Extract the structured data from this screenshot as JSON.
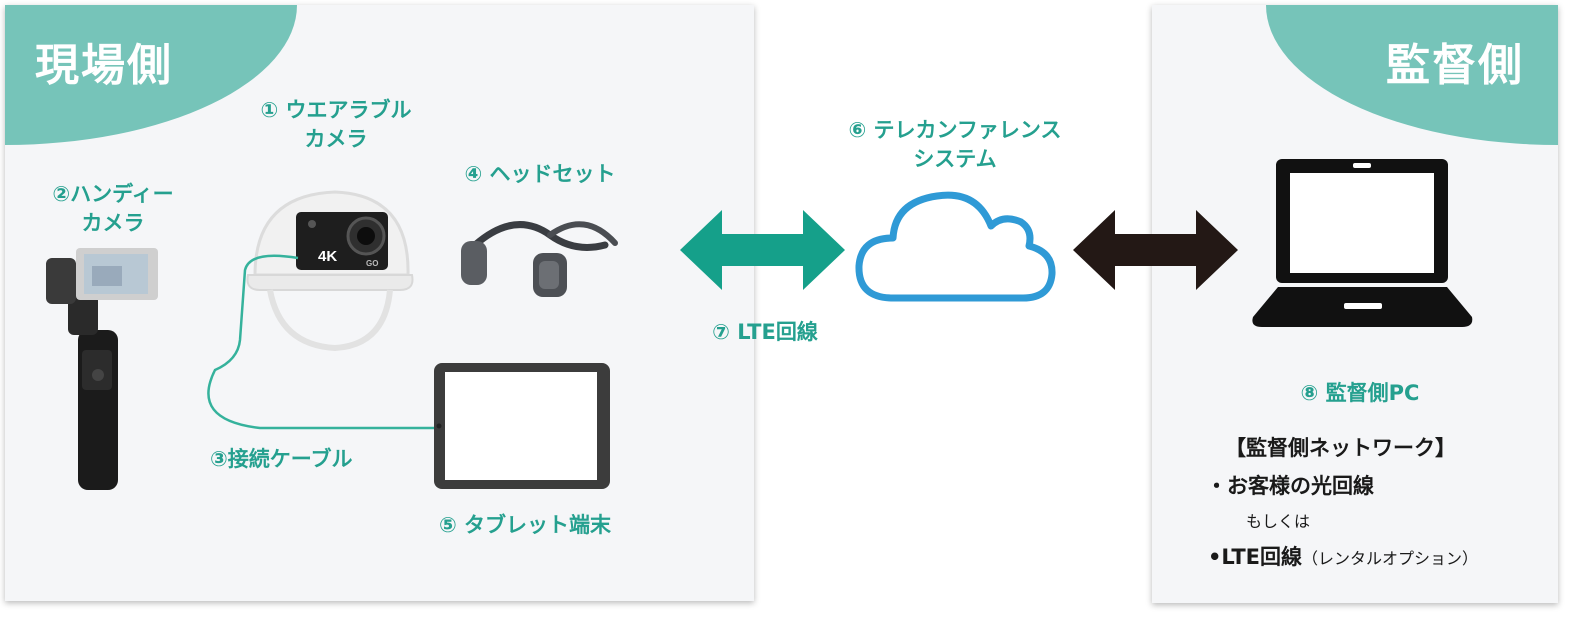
{
  "site_panel": {
    "title": "現場側"
  },
  "supervisor_panel": {
    "title": "監督側"
  },
  "devices": {
    "wearable": [
      "① ウエアラブル",
      "カメラ"
    ],
    "handy": [
      "②ハンディー",
      "カメラ"
    ],
    "cable": "③接続ケーブル",
    "headset": "④ ヘッドセット",
    "tablet": "⑤ タブレット端末",
    "teleconf": [
      "⑥ テレカンファレンス",
      "システム"
    ],
    "lte": "⑦ LTE回線",
    "supervisor_pc": "⑧ 監督側PC"
  },
  "network": {
    "heading": "【監督側ネットワーク】",
    "item1": "・お客様の光回線",
    "or": "もしくは",
    "item2_main": "•LTE回線",
    "item2_note": "（レンタルオプション）"
  },
  "camera_text": {
    "model": "4K",
    "badge": "GO"
  },
  "colors": {
    "accent": "#76c4b9",
    "label": "#25a08f",
    "arrow_left": "#15a08a",
    "arrow_right": "#231815",
    "cloud": "#2f9ad6"
  }
}
